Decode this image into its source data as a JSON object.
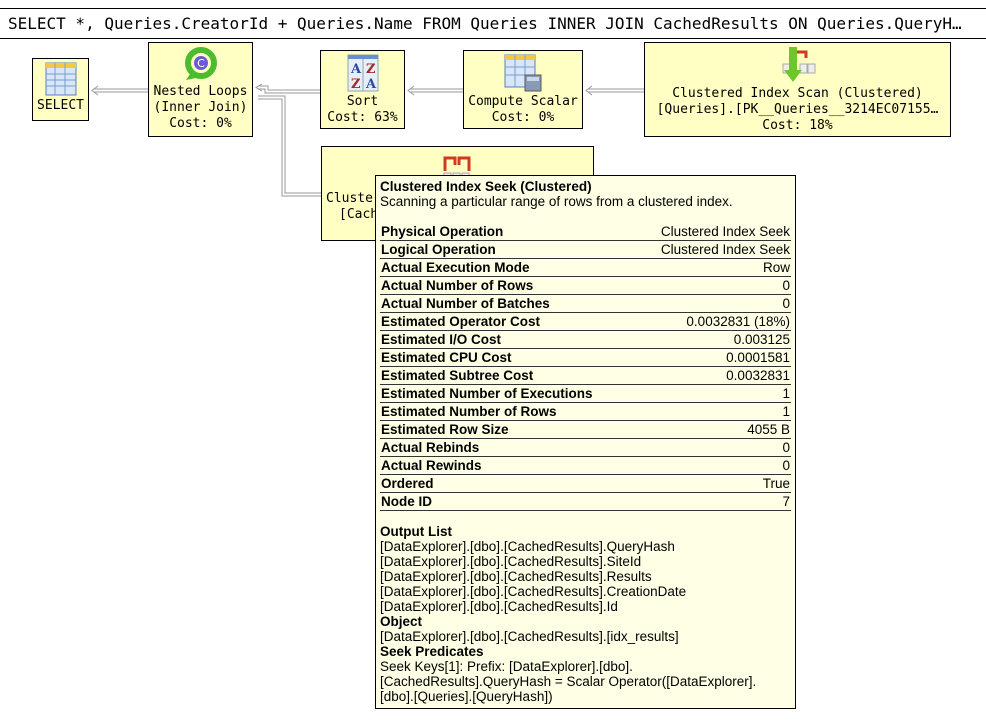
{
  "query": "SELECT *, Queries.CreatorId + Queries.Name FROM Queries INNER JOIN CachedResults ON Queries.QueryH…",
  "nodes": {
    "select": {
      "label": "SELECT",
      "icon": "result-table-icon"
    },
    "nested_loops": {
      "line1": "Nested Loops",
      "line2": "(Inner Join)",
      "cost": "Cost: 0%",
      "icon": "nested-loops-icon"
    },
    "sort": {
      "label": "Sort",
      "cost": "Cost: 63%",
      "icon": "sort-az-icon"
    },
    "compute_scalar": {
      "label": "Compute Scalar",
      "cost": "Cost: 0%",
      "icon": "compute-scalar-icon"
    },
    "index_scan": {
      "line1": "Clustered Index Scan (Clustered)",
      "line2": "[Queries].[PK__Queries__3214EC07155…",
      "cost": "Cost: 18%",
      "icon": "clustered-index-scan-icon"
    },
    "index_seek": {
      "line1": "Cluste",
      "line2": "[Cach",
      "icon": "clustered-index-seek-icon"
    }
  },
  "tooltip": {
    "title": "Clustered Index Seek (Clustered)",
    "description": "Scanning a particular range of rows from a clustered index.",
    "rows": [
      {
        "k": "Physical Operation",
        "v": "Clustered Index Seek"
      },
      {
        "k": "Logical Operation",
        "v": "Clustered Index Seek"
      },
      {
        "k": "Actual Execution Mode",
        "v": "Row"
      },
      {
        "k": "Actual Number of Rows",
        "v": "0"
      },
      {
        "k": "Actual Number of Batches",
        "v": "0"
      },
      {
        "k": "Estimated Operator Cost",
        "v": "0.0032831 (18%)"
      },
      {
        "k": "Estimated I/O Cost",
        "v": "0.003125"
      },
      {
        "k": "Estimated CPU Cost",
        "v": "0.0001581"
      },
      {
        "k": "Estimated Subtree Cost",
        "v": "0.0032831"
      },
      {
        "k": "Estimated Number of Executions",
        "v": "1"
      },
      {
        "k": "Estimated Number of Rows",
        "v": "1"
      },
      {
        "k": "Estimated Row Size",
        "v": "4055 B"
      },
      {
        "k": "Actual Rebinds",
        "v": "0"
      },
      {
        "k": "Actual Rewinds",
        "v": "0"
      },
      {
        "k": "Ordered",
        "v": "True"
      },
      {
        "k": "Node ID",
        "v": "7"
      }
    ],
    "output_list_label": "Output List",
    "output_list": [
      "[DataExplorer].[dbo].[CachedResults].QueryHash",
      "[DataExplorer].[dbo].[CachedResults].SiteId",
      "[DataExplorer].[dbo].[CachedResults].Results",
      "[DataExplorer].[dbo].[CachedResults].CreationDate",
      "[DataExplorer].[dbo].[CachedResults].Id"
    ],
    "object_label": "Object",
    "object": "[DataExplorer].[dbo].[CachedResults].[idx_results]",
    "seek_label": "Seek Predicates",
    "seek_lines": [
      "Seek Keys[1]: Prefix: [DataExplorer].[dbo].",
      "[CachedResults].QueryHash = Scalar Operator([DataExplorer].",
      "[dbo].[Queries].[QueryHash])"
    ]
  }
}
